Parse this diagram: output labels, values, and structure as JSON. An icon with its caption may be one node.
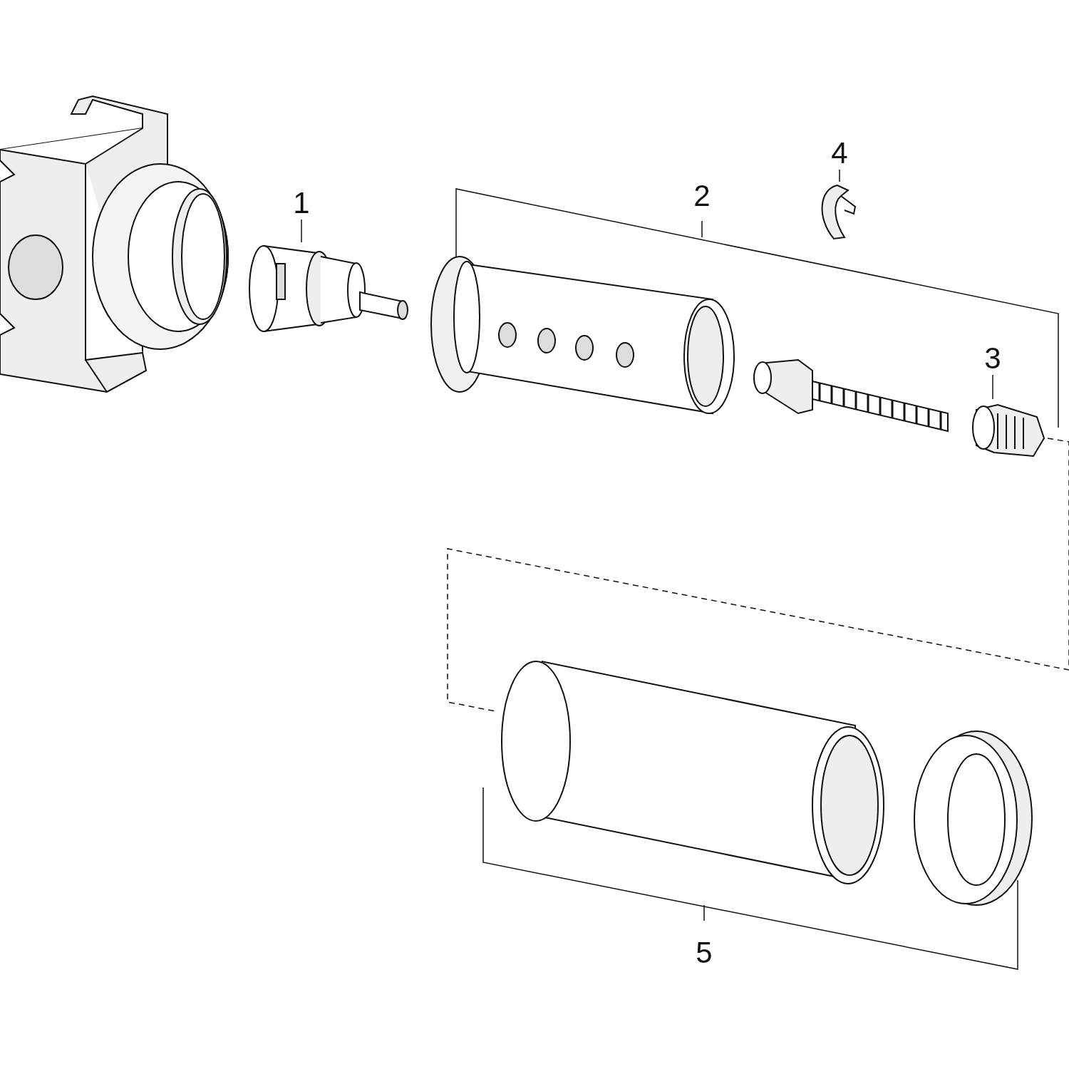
{
  "diagram": {
    "nodes": [
      {
        "text": [
          "1"
        ]
      },
      {
        "text": [],
        "shape": "picture"
      },
      {
        "text": [
          "3"
        ]
      },
      {
        "text": [],
        "shape": "picture"
      },
      {
        "text": [
          "4"
        ]
      },
      {
        "text": [],
        "shape": "picture"
      }
    ],
    "edges": [
      {
        "from": 0,
        "to": 1,
        "arrow": "none"
      },
      {
        "from": 2,
        "to": 3,
        "arrow": "none"
      },
      {
        "from": 4,
        "to": 5,
        "arrow": "none"
      }
    ],
    "labels": [
      "2",
      "5"
    ]
  }
}
